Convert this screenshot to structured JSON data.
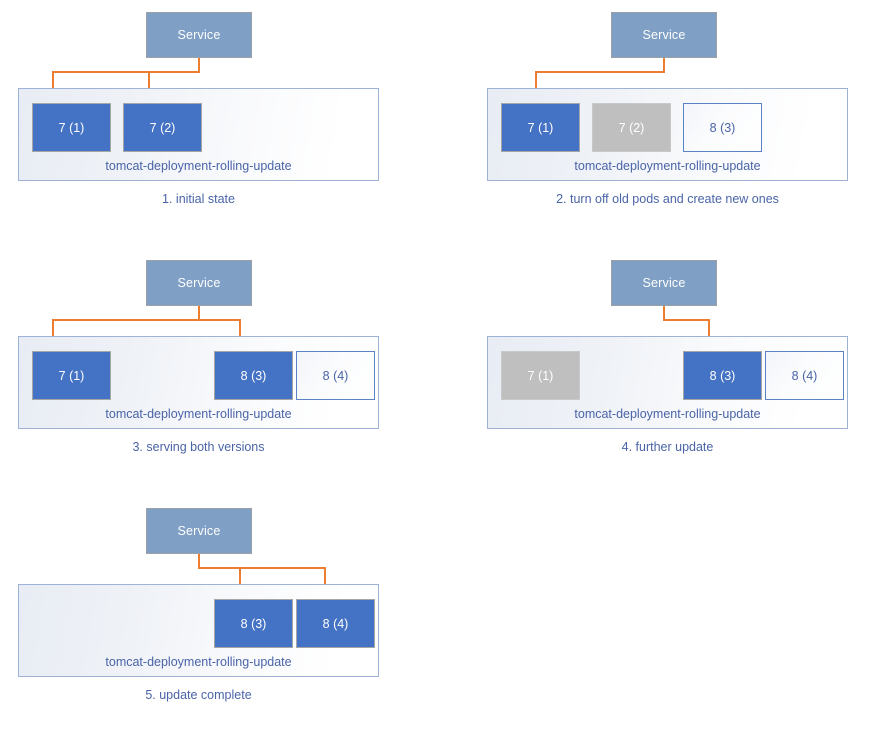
{
  "diagram": {
    "title": "Kubernetes rolling update sequence",
    "colors": {
      "pod_active": "#4472C4",
      "pod_terminating": "#BFBFBF",
      "pod_pending_border": "#5B82C2",
      "service_fill": "#7F9FC4",
      "connector": "#ED7D31",
      "label_text": "#4A64A8",
      "container_border": "#9DB2D4"
    },
    "service_label": "Service",
    "deployment_label": "tomcat-deployment-rolling-update",
    "panels": [
      {
        "id": "panel-1",
        "caption": "1. initial state",
        "service": "Service",
        "deployment": "tomcat-deployment-rolling-update",
        "pods": [
          {
            "slot": 1,
            "label": "7 (1)",
            "state": "active"
          },
          {
            "slot": 2,
            "label": "7 (2)",
            "state": "active"
          }
        ],
        "arrow_targets": [
          1,
          2
        ]
      },
      {
        "id": "panel-2",
        "caption": "2. turn off old pods and create new ones",
        "service": "Service",
        "deployment": "tomcat-deployment-rolling-update",
        "pods": [
          {
            "slot": 1,
            "label": "7 (1)",
            "state": "active"
          },
          {
            "slot": 2,
            "label": "7 (2)",
            "state": "terminating"
          },
          {
            "slot": 3,
            "label": "8 (3)",
            "state": "pending"
          }
        ],
        "arrow_targets": [
          1
        ]
      },
      {
        "id": "panel-3",
        "caption": "3. serving both versions",
        "service": "Service",
        "deployment": "tomcat-deployment-rolling-update",
        "pods": [
          {
            "slot": 1,
            "label": "7 (1)",
            "state": "active"
          },
          {
            "slot": 3,
            "label": "8 (3)",
            "state": "active"
          },
          {
            "slot": 4,
            "label": "8 (4)",
            "state": "pending"
          }
        ],
        "arrow_targets": [
          1,
          3
        ]
      },
      {
        "id": "panel-4",
        "caption": "4. further update",
        "service": "Service",
        "deployment": "tomcat-deployment-rolling-update",
        "pods": [
          {
            "slot": 1,
            "label": "7 (1)",
            "state": "terminating"
          },
          {
            "slot": 3,
            "label": "8 (3)",
            "state": "active"
          },
          {
            "slot": 4,
            "label": "8 (4)",
            "state": "pending"
          }
        ],
        "arrow_targets": [
          3
        ]
      },
      {
        "id": "panel-5",
        "caption": "5. update complete",
        "service": "Service",
        "deployment": "tomcat-deployment-rolling-update",
        "pods": [
          {
            "slot": 3,
            "label": "8 (3)",
            "state": "active"
          },
          {
            "slot": 4,
            "label": "8 (4)",
            "state": "active"
          }
        ],
        "arrow_targets": [
          3,
          4
        ]
      }
    ]
  }
}
